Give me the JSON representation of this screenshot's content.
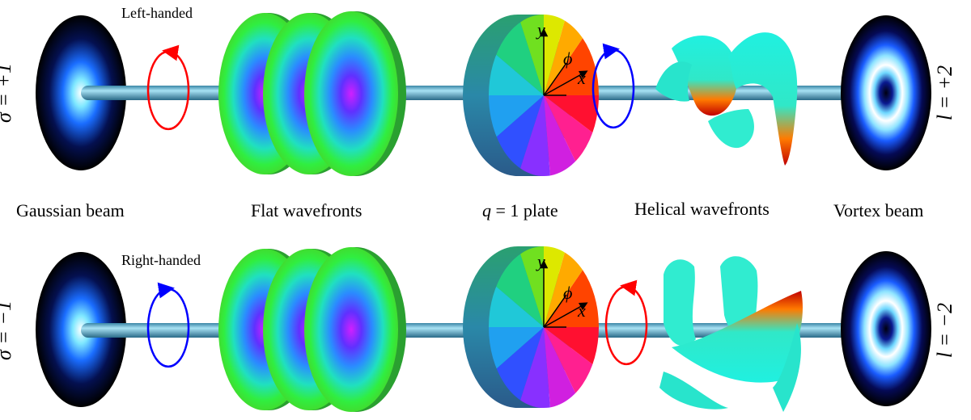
{
  "top_row": {
    "polarization_label": "σ = +1",
    "handedness": "Left-handed",
    "handedness_color": "#ff0000",
    "output_handedness_color": "#0000ff",
    "oam_label": "l = +2"
  },
  "bottom_row": {
    "polarization_label": "σ = −1",
    "handedness": "Right-handed",
    "handedness_color": "#0000ff",
    "output_handedness_color": "#ff0000",
    "oam_label": "l = −2"
  },
  "captions": {
    "gaussian": "Gaussian beam",
    "flat": "Flat wavefronts",
    "plate_q": "q",
    "plate_rest": " = 1 plate",
    "helical": "Helical wavefronts",
    "vortex": "Vortex beam"
  },
  "plate_axes": {
    "y": "y",
    "x": "x",
    "phi": "ϕ"
  },
  "icons": [
    "gaussian-spot-icon",
    "circular-arrow-icon",
    "wavefront-disc-icon",
    "q-plate-icon",
    "helix-icon",
    "vortex-spot-icon"
  ],
  "colors": {
    "beam": "#5ba6c4",
    "wavefront_edge": "#22ee22",
    "wavefront_center": "#cc22ff",
    "helix": "#22f0d8"
  }
}
